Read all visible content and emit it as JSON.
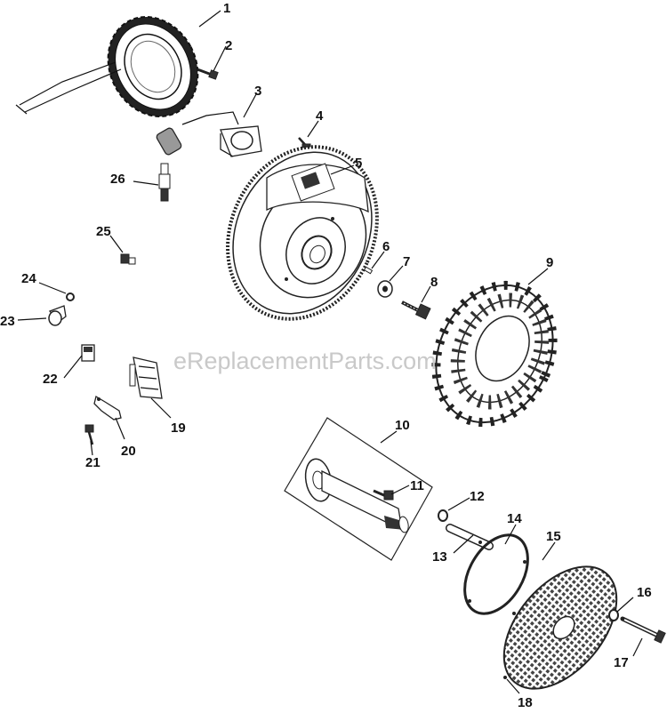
{
  "watermark": "eReplacementParts.com",
  "callouts": [
    {
      "id": "1",
      "text": "1"
    },
    {
      "id": "2",
      "text": "2"
    },
    {
      "id": "3",
      "text": "3"
    },
    {
      "id": "4",
      "text": "4"
    },
    {
      "id": "5",
      "text": "5"
    },
    {
      "id": "6",
      "text": "6"
    },
    {
      "id": "7",
      "text": "7"
    },
    {
      "id": "8",
      "text": "8"
    },
    {
      "id": "9",
      "text": "9"
    },
    {
      "id": "10",
      "text": "10"
    },
    {
      "id": "11",
      "text": "11"
    },
    {
      "id": "12",
      "text": "12"
    },
    {
      "id": "13",
      "text": "13"
    },
    {
      "id": "14",
      "text": "14"
    },
    {
      "id": "15",
      "text": "15"
    },
    {
      "id": "16",
      "text": "16"
    },
    {
      "id": "17",
      "text": "17"
    },
    {
      "id": "18",
      "text": "18"
    },
    {
      "id": "19",
      "text": "19"
    },
    {
      "id": "20",
      "text": "20"
    },
    {
      "id": "21",
      "text": "21"
    },
    {
      "id": "22",
      "text": "22"
    },
    {
      "id": "23",
      "text": "23"
    },
    {
      "id": "24",
      "text": "24"
    },
    {
      "id": "25",
      "text": "25"
    },
    {
      "id": "26",
      "text": "26"
    }
  ]
}
